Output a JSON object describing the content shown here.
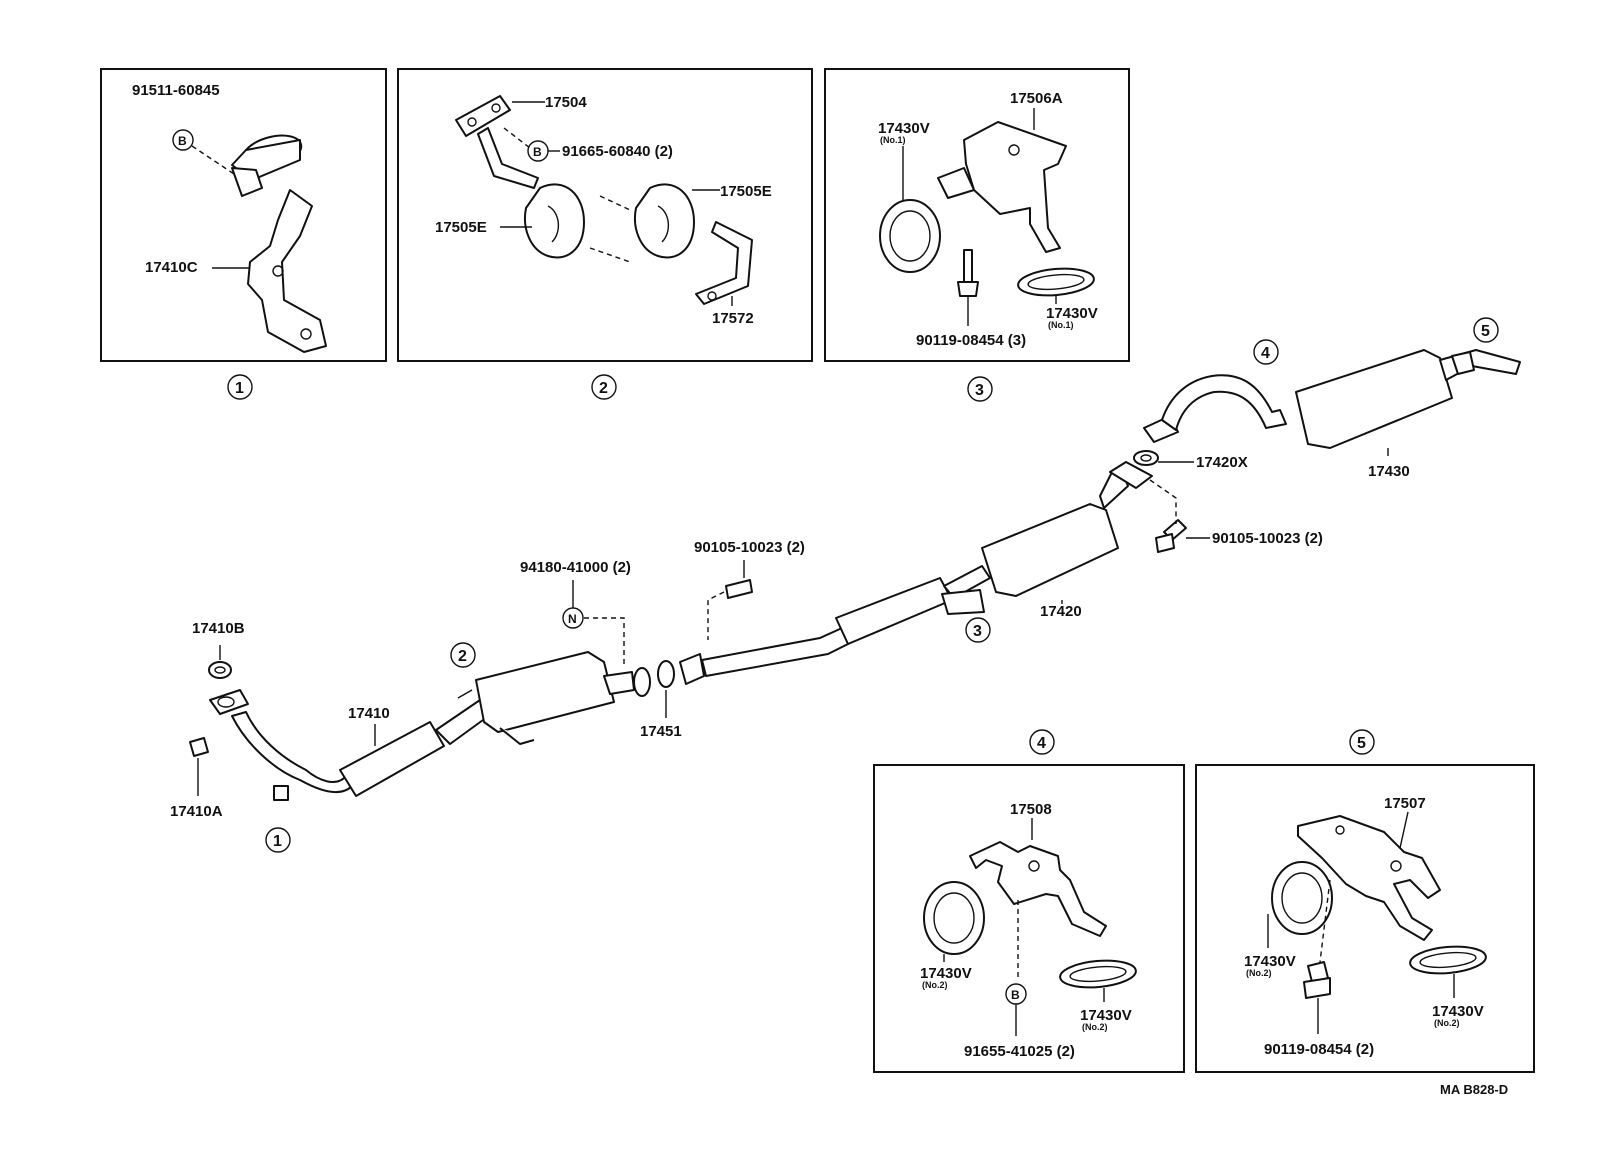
{
  "labels": {
    "p91511_60845": "91511-60845",
    "p17410C": "17410C",
    "p17504": "17504",
    "p91665_60840": "91665-60840 (2)",
    "p17505E_a": "17505E",
    "p17505E_b": "17505E",
    "p17572": "17572",
    "p17506A": "17506A",
    "p17430V_no1_a": "17430V",
    "p17430V_no1_b": "17430V",
    "p90119_08454_3": "90119-08454 (3)",
    "p17420X": "17420X",
    "p17430": "17430",
    "p90105_10023_r": "90105-10023 (2)",
    "p90105_10023_c": "90105-10023 (2)",
    "p94180_41000": "94180-41000 (2)",
    "p17420": "17420",
    "p17410B": "17410B",
    "p17410": "17410",
    "p17451": "17451",
    "p17410A": "17410A",
    "p17508": "17508",
    "p17430V_no2_a": "17430V",
    "p17430V_no2_b": "17430V",
    "p91655_41025": "91655-41025 (2)",
    "p17507": "17507",
    "p17430V_no2_c": "17430V",
    "p17430V_no2_d": "17430V",
    "p90119_08454_2": "90119-08454 (2)",
    "drawing_code": "MA B828-D"
  },
  "sublabels": {
    "no1": "(No.1)",
    "no2": "(No.2)"
  },
  "callouts": {
    "c1": "1",
    "c2": "2",
    "c3": "3",
    "c4": "4",
    "c5": "5",
    "b": "B",
    "n": "N"
  }
}
